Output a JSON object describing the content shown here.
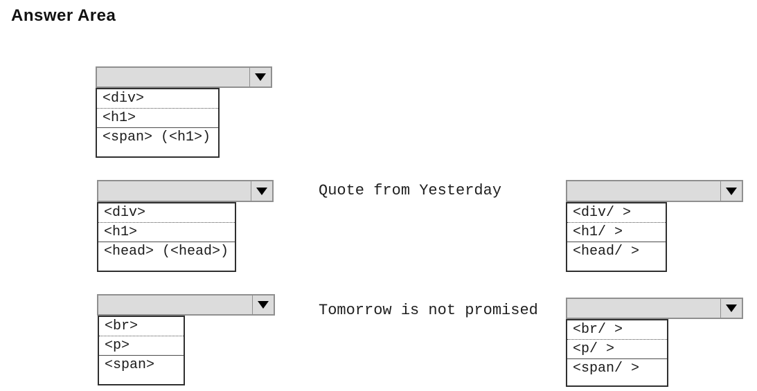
{
  "title": "Answer Area",
  "colors": {
    "background": "#ffffff",
    "combo_fill": "#dcdcdc",
    "combo_border": "#8f8f8f",
    "list_border": "#2f2f2f",
    "arrow": "#000000",
    "text": "#1a1a1a"
  },
  "dropdown_icon": "caret-down",
  "rows": [
    {
      "label": "",
      "left_dropdown": {
        "selected": "",
        "options": [
          "<div>",
          "<h1>",
          "<span> (<h1>)"
        ]
      },
      "right_dropdown": null
    },
    {
      "label": "Quote from Yesterday",
      "left_dropdown": {
        "selected": "",
        "options": [
          "<div>",
          "<h1>",
          "<head> (<head>)"
        ]
      },
      "right_dropdown": {
        "selected": "",
        "options": [
          "<div/ >",
          "<h1/ >",
          "<head/ >"
        ]
      }
    },
    {
      "label": "Tomorrow is not promised",
      "left_dropdown": {
        "selected": "",
        "options": [
          "<br>",
          "<p>",
          "<span>"
        ]
      },
      "right_dropdown": {
        "selected": "",
        "options": [
          "<br/ >",
          "<p/ >",
          "<span/ >"
        ]
      }
    }
  ]
}
